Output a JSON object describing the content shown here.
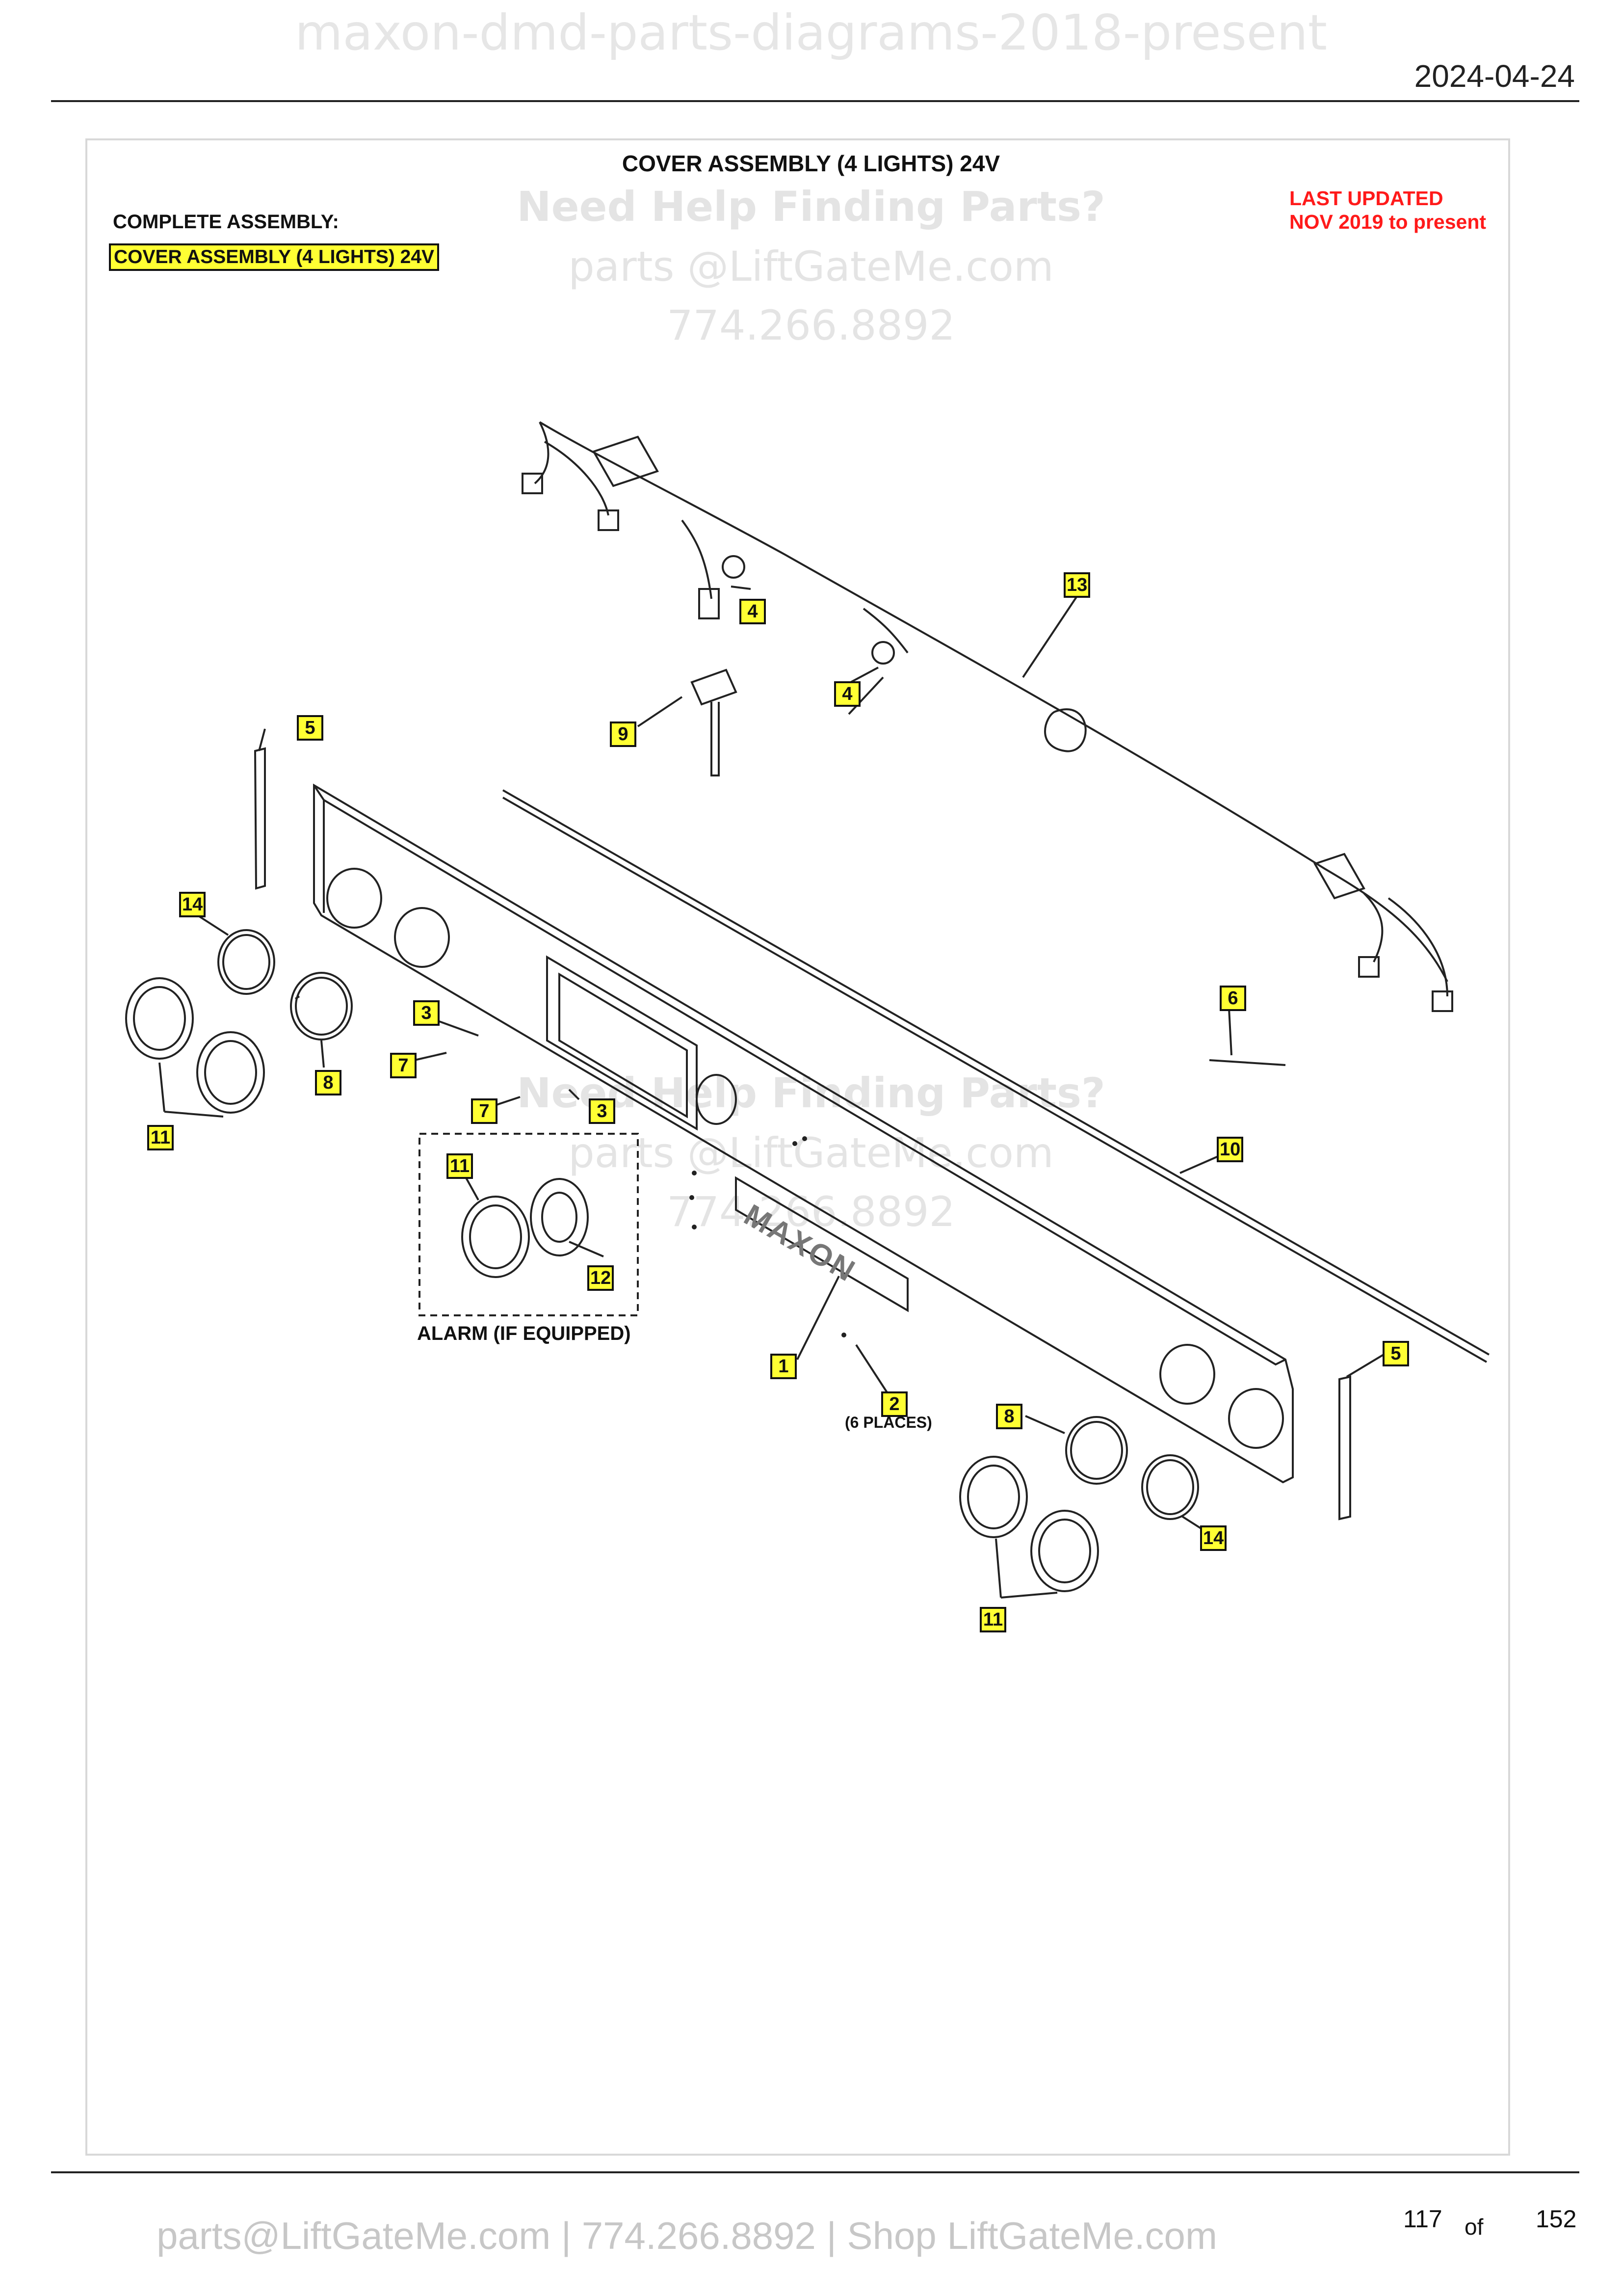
{
  "header": {
    "watermark": "maxon-dmd-parts-diagrams-2018-present",
    "date": "2024-04-24"
  },
  "diagram": {
    "title": "COVER ASSEMBLY (4 LIGHTS) 24V",
    "complete_assembly_label": "COMPLETE ASSEMBLY:",
    "complete_assembly_value": "COVER ASSEMBLY (4 LIGHTS) 24V",
    "last_updated_line1": "LAST UPDATED",
    "last_updated_line2": "NOV 2019 to present",
    "alarm_label": "ALARM (IF EQUIPPED)",
    "six_places_label": "(6 PLACES)",
    "brand_plate_text": "MAXON",
    "callouts": {
      "c1": "1",
      "c2": "2",
      "c3a": "3",
      "c3b": "3",
      "c4a": "4",
      "c4b": "4",
      "c5a": "5",
      "c5b": "5",
      "c6": "6",
      "c7a": "7",
      "c7b": "7",
      "c8a": "8",
      "c8b": "8",
      "c9": "9",
      "c10": "10",
      "c11a": "11",
      "c11b": "11",
      "c11c": "11",
      "c12": "12",
      "c13": "13",
      "c14a": "14",
      "c14b": "14"
    }
  },
  "watermarks": {
    "help": "Need Help Finding Parts?",
    "email": "parts @LiftGateMe.com",
    "phone": "774.266.8892"
  },
  "footer": {
    "contact": "parts@LiftGateMe.com | 774.266.8892 | Shop LiftGateMe.com",
    "page_current": "117",
    "page_of": "of",
    "page_total": "152"
  }
}
